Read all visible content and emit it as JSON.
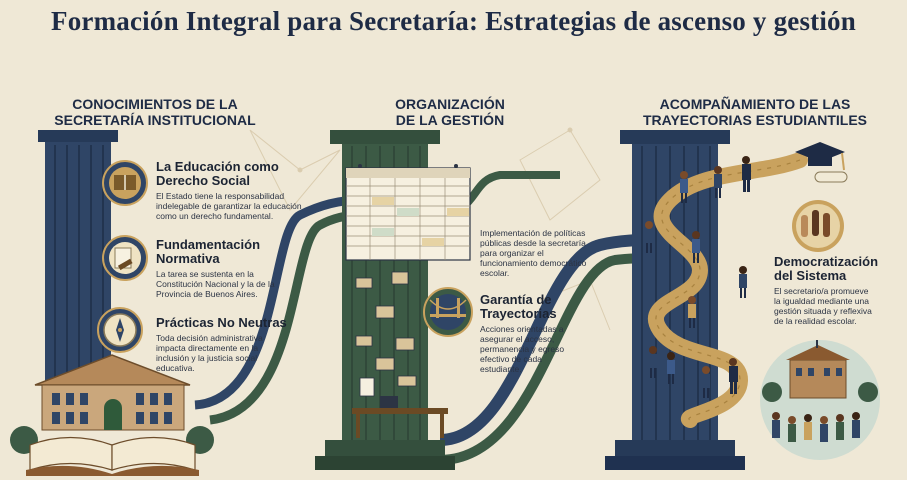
{
  "title": "Formación Integral para Secretaría: Estrategias de ascenso y gestión",
  "columns": [
    {
      "heading_line1": "CONOCIMIENTOS DE LA",
      "heading_line2": "SECRETARÍA INSTITUCIONAL"
    },
    {
      "heading_line1": "ORGANIZACIÓN",
      "heading_line2": "DE LA GESTIÓN"
    },
    {
      "heading_line1": "ACOMPAÑAMIENTO DE LAS",
      "heading_line2": "TRAYECTORIAS ESTUDIANTILES"
    }
  ],
  "left_items": [
    {
      "title_line1": "La Educación como",
      "title_line2": "Derecho Social",
      "text_line1": "El Estado tiene la responsabilidad",
      "text_line2": "indelegable de garantizar la educación",
      "text_line3": "como un derecho fundamental.",
      "icon": "book-icon"
    },
    {
      "title_line1": "Fundamentación",
      "title_line2": "Normativa",
      "text_line1": "La tarea se sustenta en la",
      "text_line2": "Constitución Nacional y la de la",
      "text_line3": "Provincia de Buenos Aires.",
      "icon": "gavel-icon"
    },
    {
      "title_line1": "Prácticas No Neutras",
      "text_line1": "Toda decisión administrativa",
      "text_line2": "impacta directamente en la",
      "text_line3": "inclusión y la justicia social",
      "text_line4": "educativa.",
      "icon": "compass-icon"
    }
  ],
  "middle_items": {
    "policies": {
      "text_line1": "Implementación de políticas",
      "text_line2": "públicas desde la secretaría",
      "text_line3": "para organizar el",
      "text_line4": "funcionamiento democrático",
      "text_line5": "escolar."
    },
    "guarantee": {
      "title_line1": "Garantía de",
      "title_line2": "Trayectorias",
      "text_line1": "Acciones orientadas a",
      "text_line2": "asegurar el acceso,",
      "text_line3": "permanencia y egreso",
      "text_line4": "efectivo de cada",
      "text_line5": "estudiante.",
      "icon": "bridge-icon"
    }
  },
  "right_items": {
    "democratization": {
      "title_line1": "Democratización",
      "title_line2": "del Sistema",
      "text_line1": "El secretario/a promueve",
      "text_line2": "la igualdad mediante una",
      "text_line3": "gestión situada y reflexiva",
      "text_line4": "de la realidad escolar.",
      "icon": "raised-hands-icon"
    }
  },
  "colors": {
    "pillar_blue": "#2f4566",
    "pillar_green": "#3c5a45",
    "background": "#efe8d6",
    "path_gold": "#c9a25e"
  }
}
